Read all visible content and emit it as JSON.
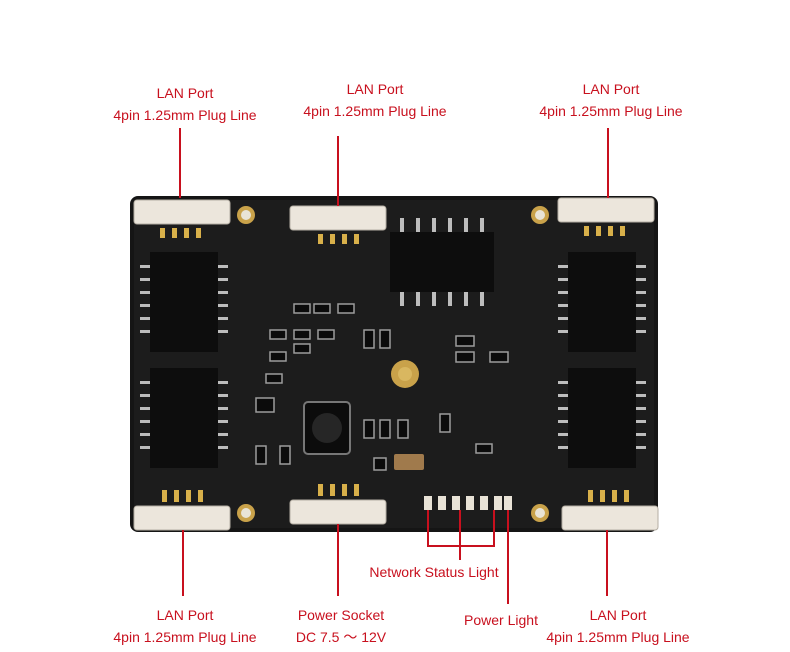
{
  "labels": {
    "lan_top_left": {
      "line1": "LAN Port",
      "line2": "4pin 1.25mm Plug Line"
    },
    "lan_top_mid": {
      "line1": "LAN Port",
      "line2": "4pin 1.25mm Plug Line"
    },
    "lan_top_right": {
      "line1": "LAN Port",
      "line2": "4pin 1.25mm Plug Line"
    },
    "lan_bottom_left": {
      "line1": "LAN Port",
      "line2": "4pin 1.25mm Plug Line"
    },
    "power_socket": {
      "line1": "Power Socket",
      "line2": "DC 7.5 ～ 12V"
    },
    "network_status": "Network Status Light",
    "power_light": "Power Light",
    "lan_bottom_right": {
      "line1": "LAN Port",
      "line2": "4pin 1.25mm Plug Line"
    }
  },
  "colors": {
    "annotation": "#c8101e",
    "pcb": "#141414",
    "connector": "#e9e2d8"
  }
}
